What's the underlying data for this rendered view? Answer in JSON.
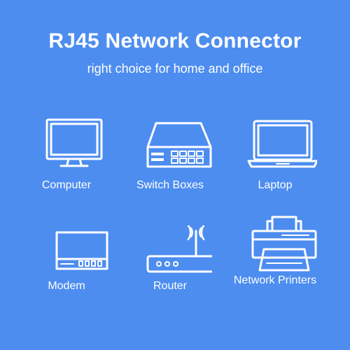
{
  "header": {
    "title": "RJ45 Network Connector",
    "subtitle": "right choice for home and office"
  },
  "devices": [
    {
      "label": "Computer",
      "icon": "computer-monitor-icon"
    },
    {
      "label": "Switch Boxes",
      "icon": "network-switch-icon"
    },
    {
      "label": "Laptop",
      "icon": "laptop-icon"
    },
    {
      "label": "Modem",
      "icon": "modem-icon"
    },
    {
      "label": "Router",
      "icon": "router-icon"
    },
    {
      "label": "Network Printers",
      "icon": "printer-icon"
    }
  ],
  "colors": {
    "background": "#4d8df0",
    "foreground": "#ffffff"
  }
}
